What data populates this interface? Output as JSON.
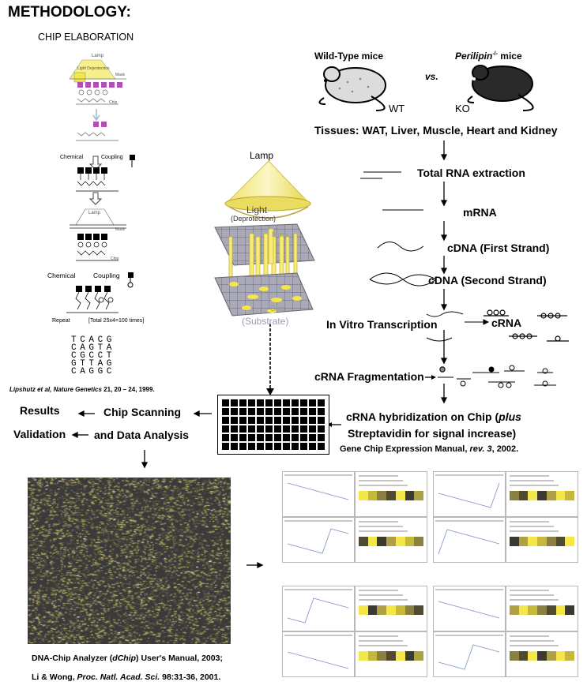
{
  "title": "METHODOLOGY:",
  "chip_elab": {
    "heading": "CHIP ELABORATION",
    "lamp": "Lamp",
    "light_deprotection": "Light Deprotection",
    "mask": "Mask",
    "chip": "Chip",
    "chemical": "Chemical",
    "coupling": "Coupling",
    "repeat": "Repeat",
    "repeat_total": "[Total  25x4=100 times]",
    "seq_rows": [
      "T C A C G",
      "C A G T A",
      "C G C C T",
      "G T T A G",
      "C A G G C"
    ],
    "citation_authors": "Lipshutz et al,",
    "citation_journal": "Nature Genetics",
    "citation_rest": "21, 20 – 24, 1999."
  },
  "lamp_diagram": {
    "lamp": "Lamp",
    "light": "Light",
    "deprotection": "(Deprotection)",
    "mask": "Mask",
    "chip": "Chip",
    "substrate": "(Substrate)"
  },
  "mice": {
    "wild_type": "Wild-Type mice",
    "vs": "vs.",
    "perilipin": "Perilipin",
    "perilipin_sup": "-/-",
    "mice_word": " mice",
    "wt": "WT",
    "ko": "KO"
  },
  "flow": {
    "tissues": "Tissues: WAT, Liver, Muscle, Heart and Kidney",
    "total_rna": "Total RNA extraction",
    "mrna": "mRNA",
    "cdna_first": "cDNA (First Strand)",
    "cdna_second": "cDNA (Second Strand)",
    "ivt": "In Vitro Transcription",
    "crna": "cRNA",
    "fragmentation": "cRNA Fragmentation",
    "hyb_line1_a": "cRNA hybridization on Chip (",
    "hyb_line1_plus": "plus",
    "hyb_line2": "Streptavidin for signal increase)",
    "manual_a": "Gene Chip Expression Manual, ",
    "manual_rev": "rev. 3",
    "manual_b": ", 2002."
  },
  "left_flow": {
    "results": "Results",
    "validation": "Validation",
    "chip_scanning": "Chip Scanning",
    "data_analysis": "and Data Analysis"
  },
  "bottom_citation": {
    "line1_a": "DNA-Chip Analyzer (",
    "line1_i": "dChip",
    "line1_b": ") User's Manual, 2003;",
    "line2_a": "Li & Wong, ",
    "line2_i": "Proc. Natl. Acad. Sci.",
    "line2_b": " 98:31-36, 2001."
  },
  "colors": {
    "yellow": "#f5e64a",
    "purple": "#b050b0",
    "heatmap_bg": "#3b3a3a",
    "heatmap_dot": "#c9c06a"
  }
}
